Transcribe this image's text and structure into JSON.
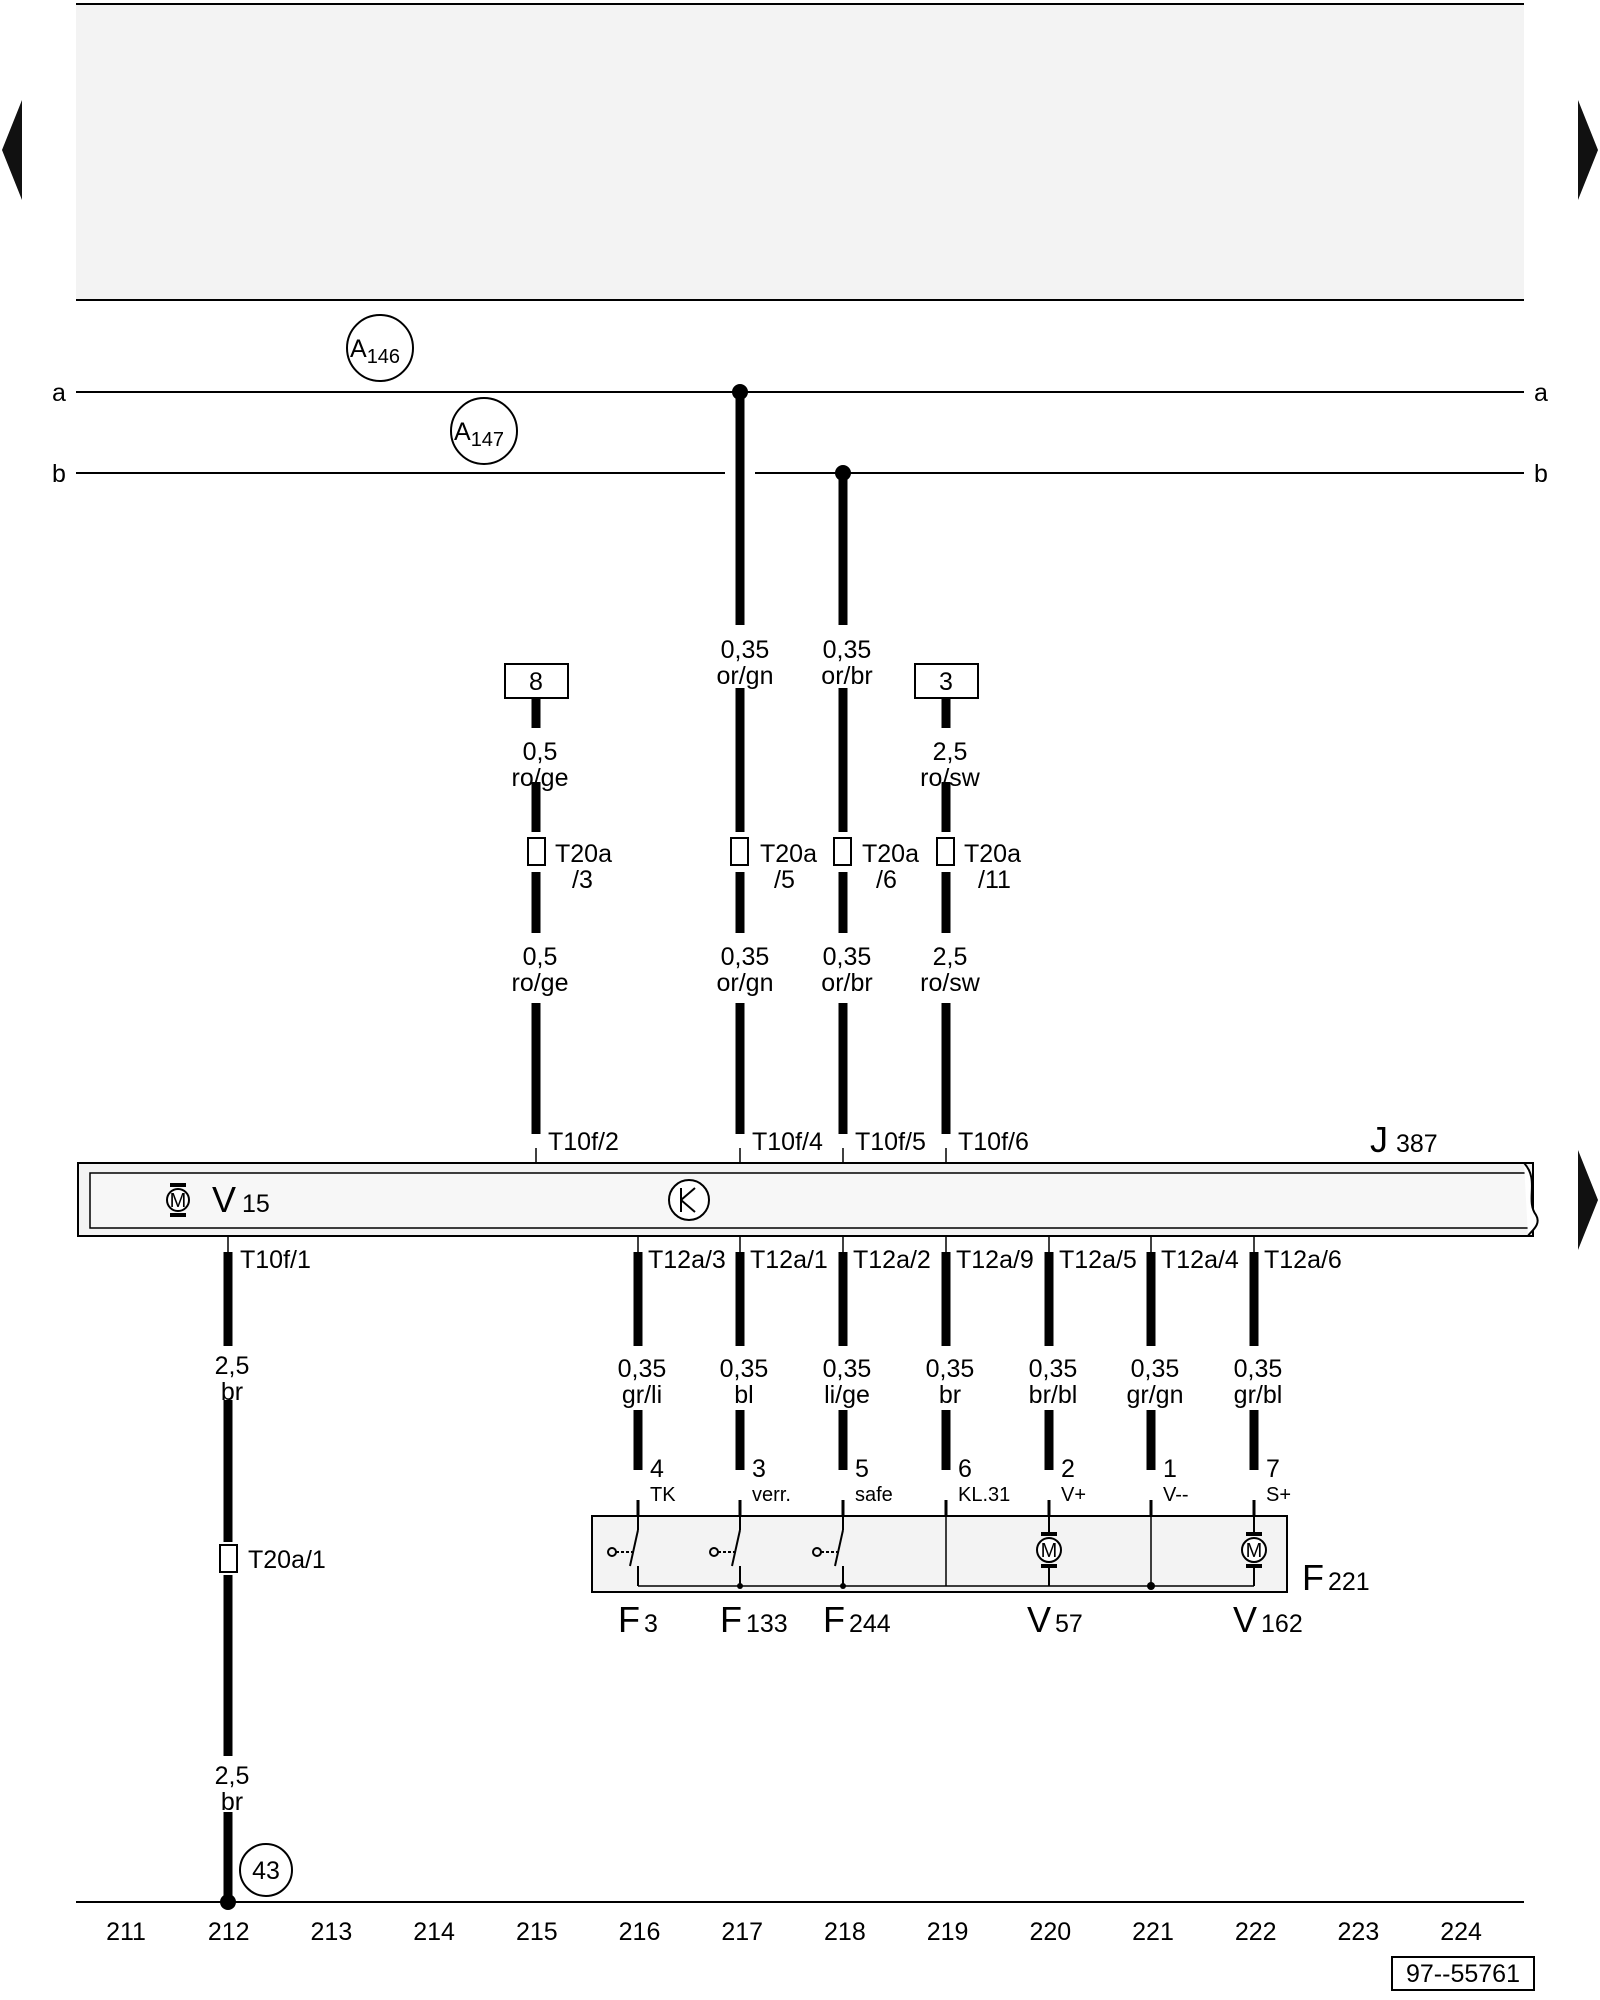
{
  "navigation": {
    "prev_label": "",
    "next_label": ""
  },
  "buses": [
    {
      "id": "a",
      "label_left": "a",
      "label_right": "a"
    },
    {
      "id": "b",
      "label_left": "b",
      "label_right": "b"
    }
  ],
  "circled_refs": [
    {
      "main": "A",
      "sub": "146"
    },
    {
      "main": "A",
      "sub": "147"
    }
  ],
  "terminal_boxes": [
    {
      "text": "8"
    },
    {
      "text": "3"
    }
  ],
  "upper_wires": [
    {
      "top_label": [
        "",
        ""
      ],
      "upper": [
        "0,5",
        "ro/ge"
      ],
      "connector": [
        "T20a",
        "/3"
      ],
      "lower": [
        "0,5",
        "ro/ge"
      ],
      "pin": "T10f/2"
    },
    {
      "top_label": [
        "0,35",
        "or/gn"
      ],
      "connector": [
        "T20a",
        "/5"
      ],
      "lower": [
        "0,35",
        "or/gn"
      ],
      "pin": "T10f/4"
    },
    {
      "top_label": [
        "0,35",
        "or/br"
      ],
      "connector": [
        "T20a",
        "/6"
      ],
      "lower": [
        "0,35",
        "or/br"
      ],
      "pin": "T10f/5"
    },
    {
      "upper": [
        "2,5",
        "ro/sw"
      ],
      "connector": [
        "T20a",
        "/11"
      ],
      "lower": [
        "2,5",
        "ro/sw"
      ],
      "pin": "T10f/6"
    }
  ],
  "control_unit": {
    "main": "J",
    "sub": "387"
  },
  "motor_v15": {
    "main": "V",
    "sub": "15",
    "symbol": "M"
  },
  "lower_wires": [
    {
      "pin": "T10f/1",
      "upper": [
        "2,5",
        "br"
      ],
      "connector": "T20a/1",
      "lower": [
        "2,5",
        "br"
      ],
      "ground_ref": "43"
    },
    {
      "pin": "T12a/3",
      "gauge": [
        "0,35",
        "gr/li"
      ],
      "term_num": "4",
      "term_name": "TK"
    },
    {
      "pin": "T12a/1",
      "gauge": [
        "0,35",
        "bl"
      ],
      "term_num": "3",
      "term_name": "verr."
    },
    {
      "pin": "T12a/2",
      "gauge": [
        "0,35",
        "li/ge"
      ],
      "term_num": "5",
      "term_name": "safe"
    },
    {
      "pin": "T12a/9",
      "gauge": [
        "0,35",
        "br"
      ],
      "term_num": "6",
      "term_name": "KL.31"
    },
    {
      "pin": "T12a/5",
      "gauge": [
        "0,35",
        "br/bl"
      ],
      "term_num": "2",
      "term_name": "V+"
    },
    {
      "pin": "T12a/4",
      "gauge": [
        "0,35",
        "gr/gn"
      ],
      "term_num": "1",
      "term_name": "V--"
    },
    {
      "pin": "T12a/6",
      "gauge": [
        "0,35",
        "gr/bl"
      ],
      "term_num": "7",
      "term_name": "S+"
    }
  ],
  "lock_unit": {
    "main": "F",
    "sub": "221"
  },
  "components": [
    {
      "main": "F",
      "sub": "3"
    },
    {
      "main": "F",
      "sub": "133"
    },
    {
      "main": "F",
      "sub": "244"
    },
    {
      "main": "V",
      "sub": "57"
    },
    {
      "main": "V",
      "sub": "162"
    }
  ],
  "motor_symbol": "M",
  "scale": [
    "211",
    "212",
    "213",
    "214",
    "215",
    "216",
    "217",
    "218",
    "219",
    "220",
    "221",
    "222",
    "223",
    "224"
  ],
  "doc_number": "97--55761"
}
